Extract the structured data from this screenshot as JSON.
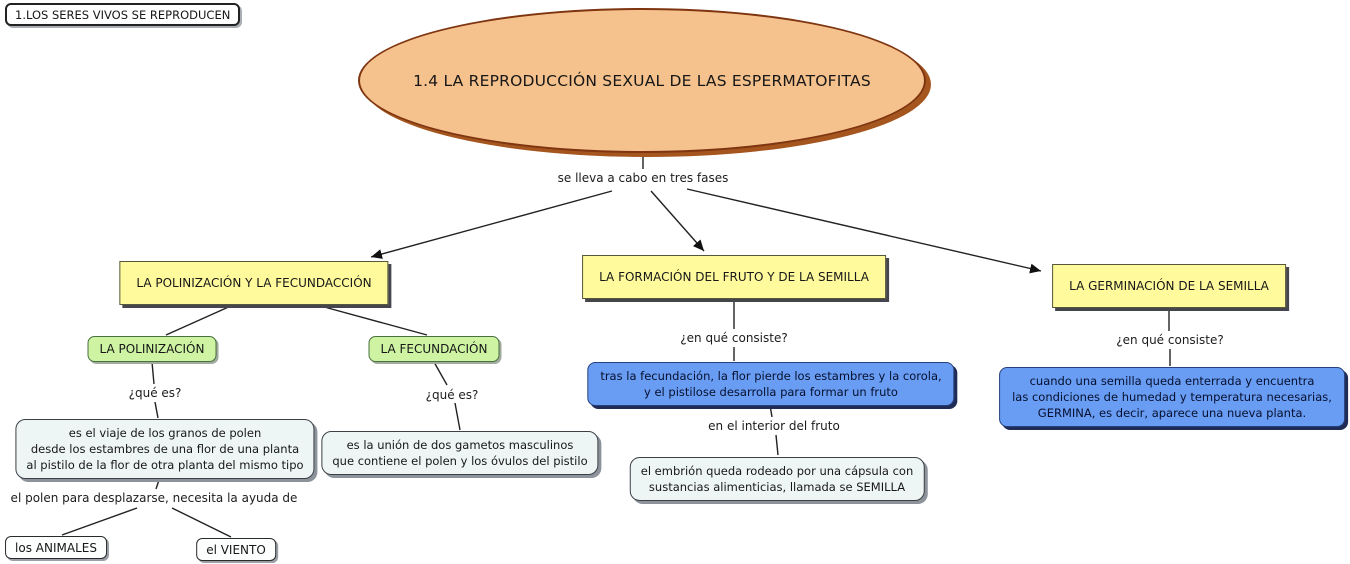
{
  "colors": {
    "background": "#ffffff",
    "ellipse_fill": "#f5c18d",
    "ellipse_border": "#7e3510",
    "ellipse_shadow": "#a5561f",
    "concept_yellow": "#fffb9d",
    "concept_green": "#cdf3a3",
    "concept_blue": "#699cf3",
    "box_light": "#eef5f5"
  },
  "root_box": {
    "label": "1.LOS SERES VIVOS SE REPRODUCEN"
  },
  "main_topic": {
    "label": "1.4 LA REPRODUCCIÓN SEXUAL DE LAS ESPERMATOFITAS"
  },
  "links": {
    "three_phases": "se lleva a cabo en tres fases",
    "que_es_polinizacion": "¿qué es?",
    "que_es_fecundacion": "¿qué es?",
    "polen_ayuda": "el polen para desplazarse, necesita la ayuda de",
    "consiste_fruto": "¿en qué consiste?",
    "interior_fruto": "en el interior del fruto",
    "consiste_germinacion": "¿en qué consiste?"
  },
  "phase1": {
    "title": "LA POLINIZACIÓN Y LA FECUNDACCIÓN",
    "polinizacion": {
      "title": "LA POLINIZACIÓN",
      "def": {
        "line1": "es el viaje de los granos de polen",
        "line2": "desde los estambres de una flor de una planta",
        "line3": "al pistilo de la flor de otra planta del mismo tipo"
      },
      "helpers": {
        "animales": "los ANIMALES",
        "viento": "el VIENTO"
      }
    },
    "fecundacion": {
      "title": "LA FECUNDACIÓN",
      "def": {
        "line1": "es la unión de dos gametos masculinos",
        "line2": "que contiene el polen y los óvulos del pistilo"
      }
    }
  },
  "phase2": {
    "title": "LA FORMACIÓN DEL FRUTO Y DE LA SEMILLA",
    "def": {
      "line1": "tras la fecundación, la flor pierde los estambres y la corola,",
      "line2": "y el pistilose desarrolla para formar un fruto"
    },
    "semilla": {
      "line1": "el embrión queda rodeado por una cápsula con",
      "line2": "sustancias alimenticias, llamada se SEMILLA"
    }
  },
  "phase3": {
    "title": "LA GERMINACIÓN DE LA SEMILLA",
    "def": {
      "line1": "cuando una semilla queda enterrada y encuentra",
      "line2": "las condiciones de humedad y temperatura necesarias,",
      "line3": "GERMINA, es decir, aparece una nueva planta."
    }
  }
}
